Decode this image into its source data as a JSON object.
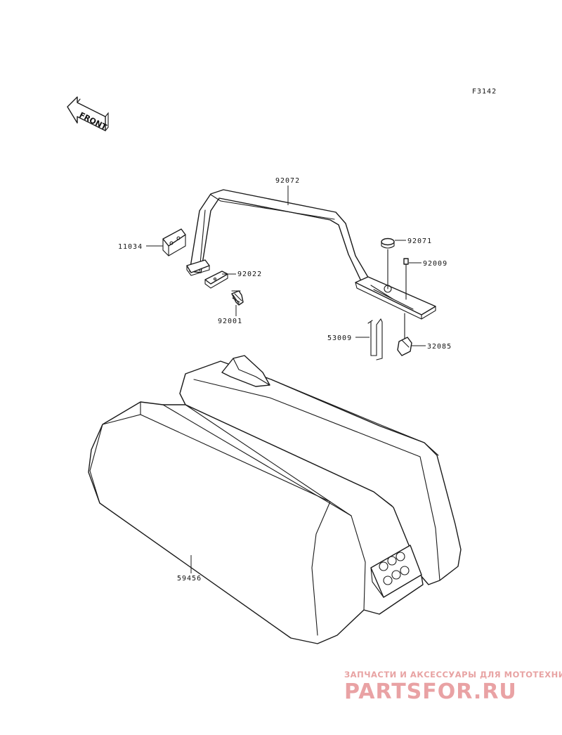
{
  "figure_code": "F3142",
  "front_label": "FRONT",
  "parts": [
    {
      "id": "part-92072",
      "number": "92072"
    },
    {
      "id": "part-11034",
      "number": "11034"
    },
    {
      "id": "part-92022",
      "number": "92022"
    },
    {
      "id": "part-92001",
      "number": "92001"
    },
    {
      "id": "part-92071",
      "number": "92071"
    },
    {
      "id": "part-92009",
      "number": "92009"
    },
    {
      "id": "part-53009",
      "number": "53009"
    },
    {
      "id": "part-32085",
      "number": "32085"
    },
    {
      "id": "part-59456",
      "number": "59456"
    }
  ],
  "watermark": {
    "tagline": "ЗАПЧАСТИ И АКСЕССУАРЫ ДЛЯ МОТОТЕХНИКИ",
    "brand": "PARTSFOR.RU",
    "color": "#e9a2a4"
  }
}
